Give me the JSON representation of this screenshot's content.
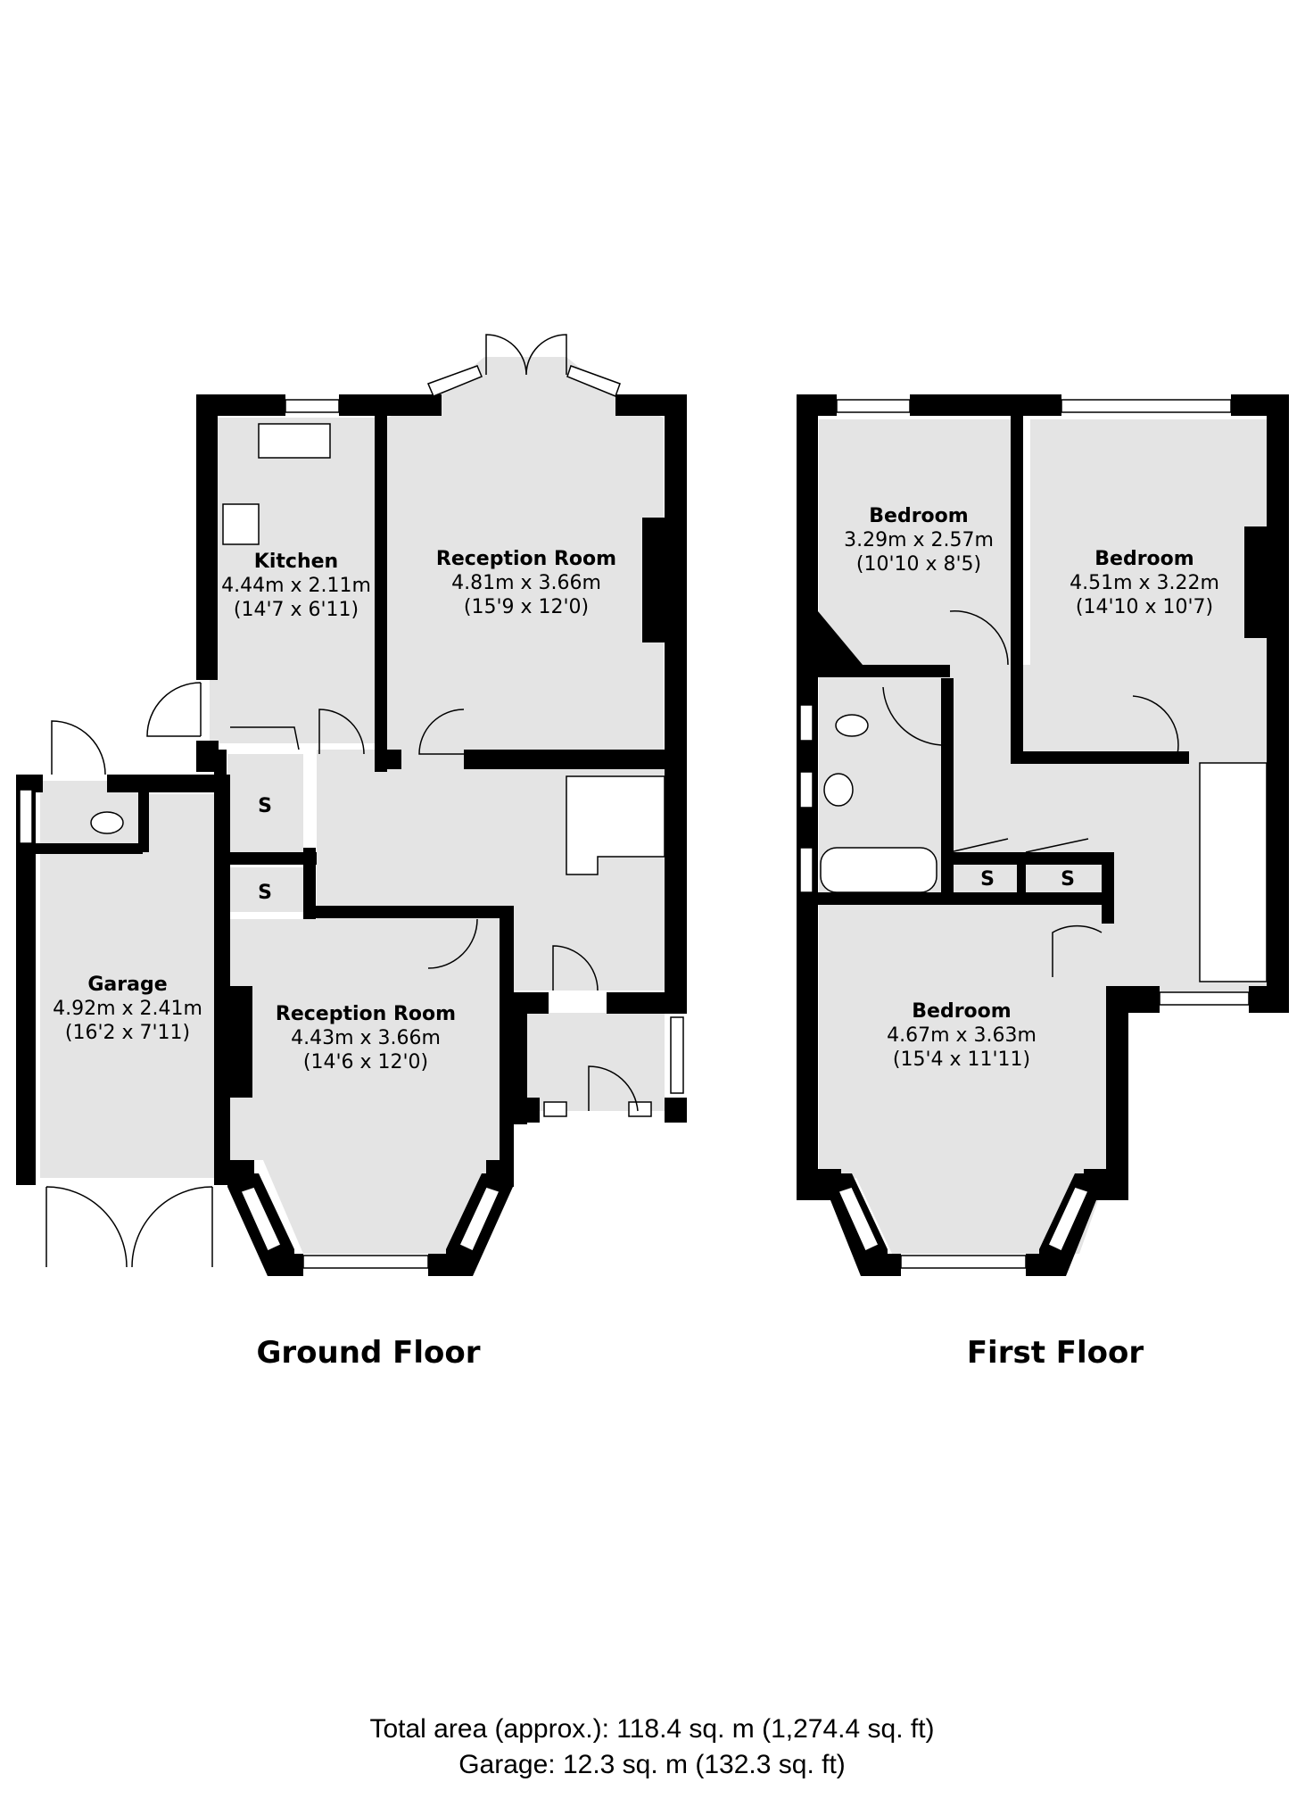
{
  "ground_floor": {
    "title": "Ground Floor",
    "rooms": [
      {
        "name": "Kitchen",
        "dim_m": "4.44m x 2.11m",
        "dim_ft": "(14'7 x 6'11)"
      },
      {
        "name": "Reception Room",
        "dim_m": "4.81m x 3.66m",
        "dim_ft": "(15'9 x 12'0)"
      },
      {
        "name": "Garage",
        "dim_m": "4.92m x 2.41m",
        "dim_ft": "(16'2 x 7'11)"
      },
      {
        "name": "Reception Room",
        "dim_m": "4.43m x 3.66m",
        "dim_ft": "(14'6 x 12'0)"
      }
    ],
    "stores": [
      "S",
      "S"
    ]
  },
  "first_floor": {
    "title": "First Floor",
    "rooms": [
      {
        "name": "Bedroom",
        "dim_m": "3.29m x 2.57m",
        "dim_ft": "(10'10 x 8'5)"
      },
      {
        "name": "Bedroom",
        "dim_m": "4.51m x 3.22m",
        "dim_ft": "(14'10 x 10'7)"
      },
      {
        "name": "Bedroom",
        "dim_m": "4.67m x 3.63m",
        "dim_ft": "(15'4 x 11'11)"
      }
    ],
    "stores": [
      "S",
      "S"
    ]
  },
  "totals": {
    "total_area": "Total area (approx.): 118.4 sq. m (1,274.4 sq. ft)",
    "garage_area": "Garage: 12.3 sq. m (132.3 sq. ft)"
  },
  "colors": {
    "wall": "#000000",
    "floor": "#e4e4e4",
    "background": "#ffffff"
  }
}
